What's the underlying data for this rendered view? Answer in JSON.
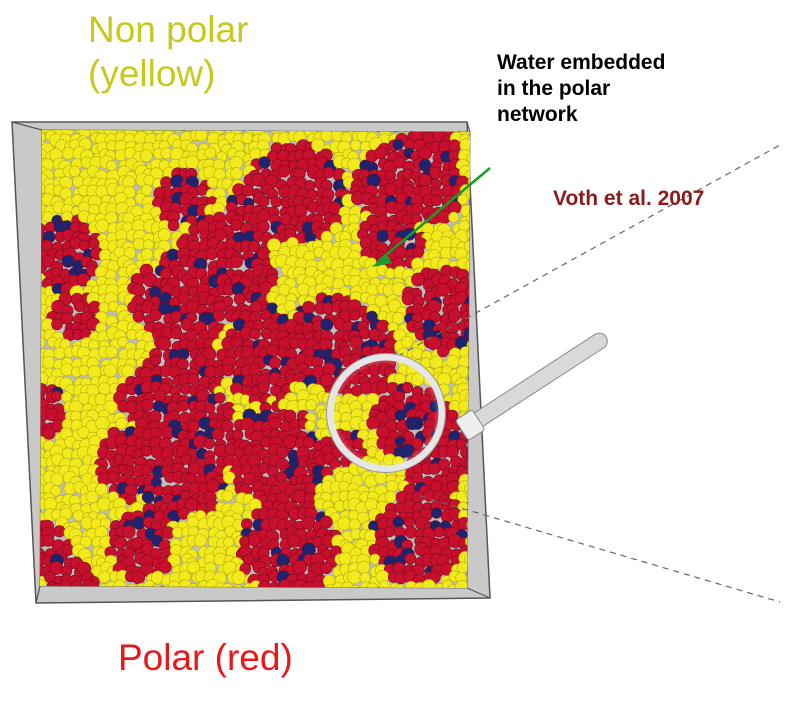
{
  "labels": {
    "nonpolar": "Non polar\n(yellow)",
    "nonpolar_line1": "Non polar",
    "nonpolar_line2": "(yellow)",
    "water_line1": "Water embedded",
    "water_line2": "in the polar",
    "water_line3": "network",
    "citation": "Voth et al. 2007",
    "polar": "Polar (red)"
  },
  "colors": {
    "nonpolar": "#f2ea1c",
    "polar": "#c8102e",
    "water": "#1c2470",
    "box": "#bdbdbd",
    "arrow": "#1a9c2a",
    "citation": "#8b1a1a"
  },
  "icons": [
    "magnifier-icon",
    "arrow-icon"
  ]
}
